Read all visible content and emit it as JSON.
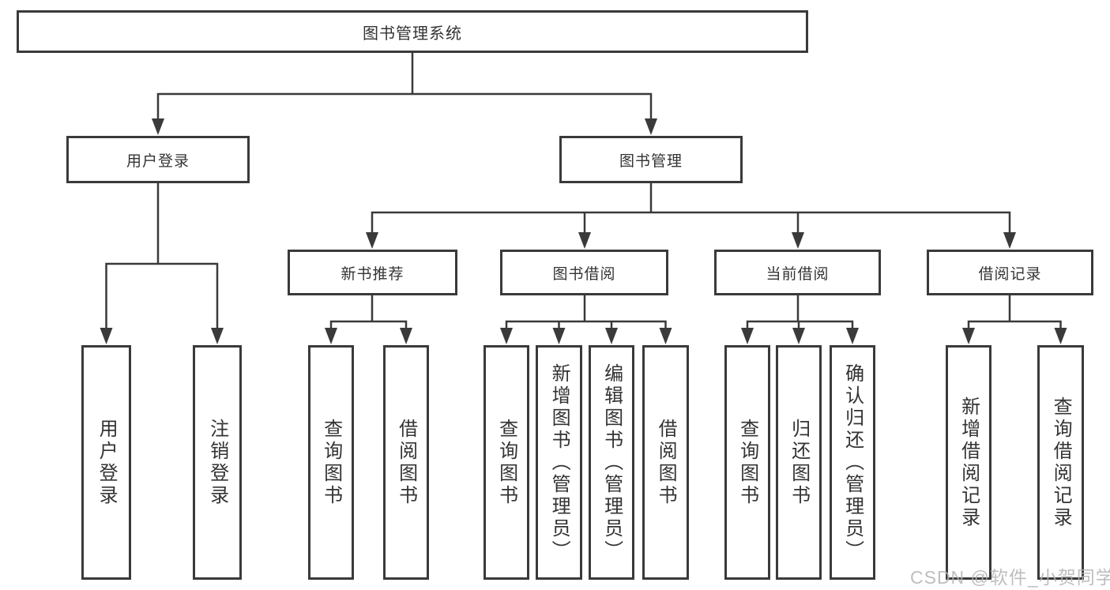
{
  "tree": {
    "label": "图书管理系统",
    "children": [
      {
        "label": "用户登录",
        "children": [
          {
            "label": "用户登录"
          },
          {
            "label": "注销登录"
          }
        ]
      },
      {
        "label": "图书管理",
        "children": [
          {
            "label": "新书推荐",
            "children": [
              {
                "label": "查询图书"
              },
              {
                "label": "借阅图书"
              }
            ]
          },
          {
            "label": "图书借阅",
            "children": [
              {
                "label": "查询图书"
              },
              {
                "label": "新增图书（管理员）"
              },
              {
                "label": "编辑图书（管理员）"
              },
              {
                "label": "借阅图书"
              }
            ]
          },
          {
            "label": "当前借阅",
            "children": [
              {
                "label": "查询图书"
              },
              {
                "label": "归还图书"
              },
              {
                "label": "确认归还（管理员）"
              }
            ]
          },
          {
            "label": "借阅记录",
            "children": [
              {
                "label": "新增借阅记录"
              },
              {
                "label": "查询借阅记录"
              }
            ]
          }
        ]
      }
    ]
  },
  "watermark": {
    "text": "CSDN @软件_小贺同学"
  },
  "colors": {
    "line": "#3a3a3a",
    "text": "#333333",
    "background": "#ffffff",
    "watermark": "#b3b3b3"
  }
}
